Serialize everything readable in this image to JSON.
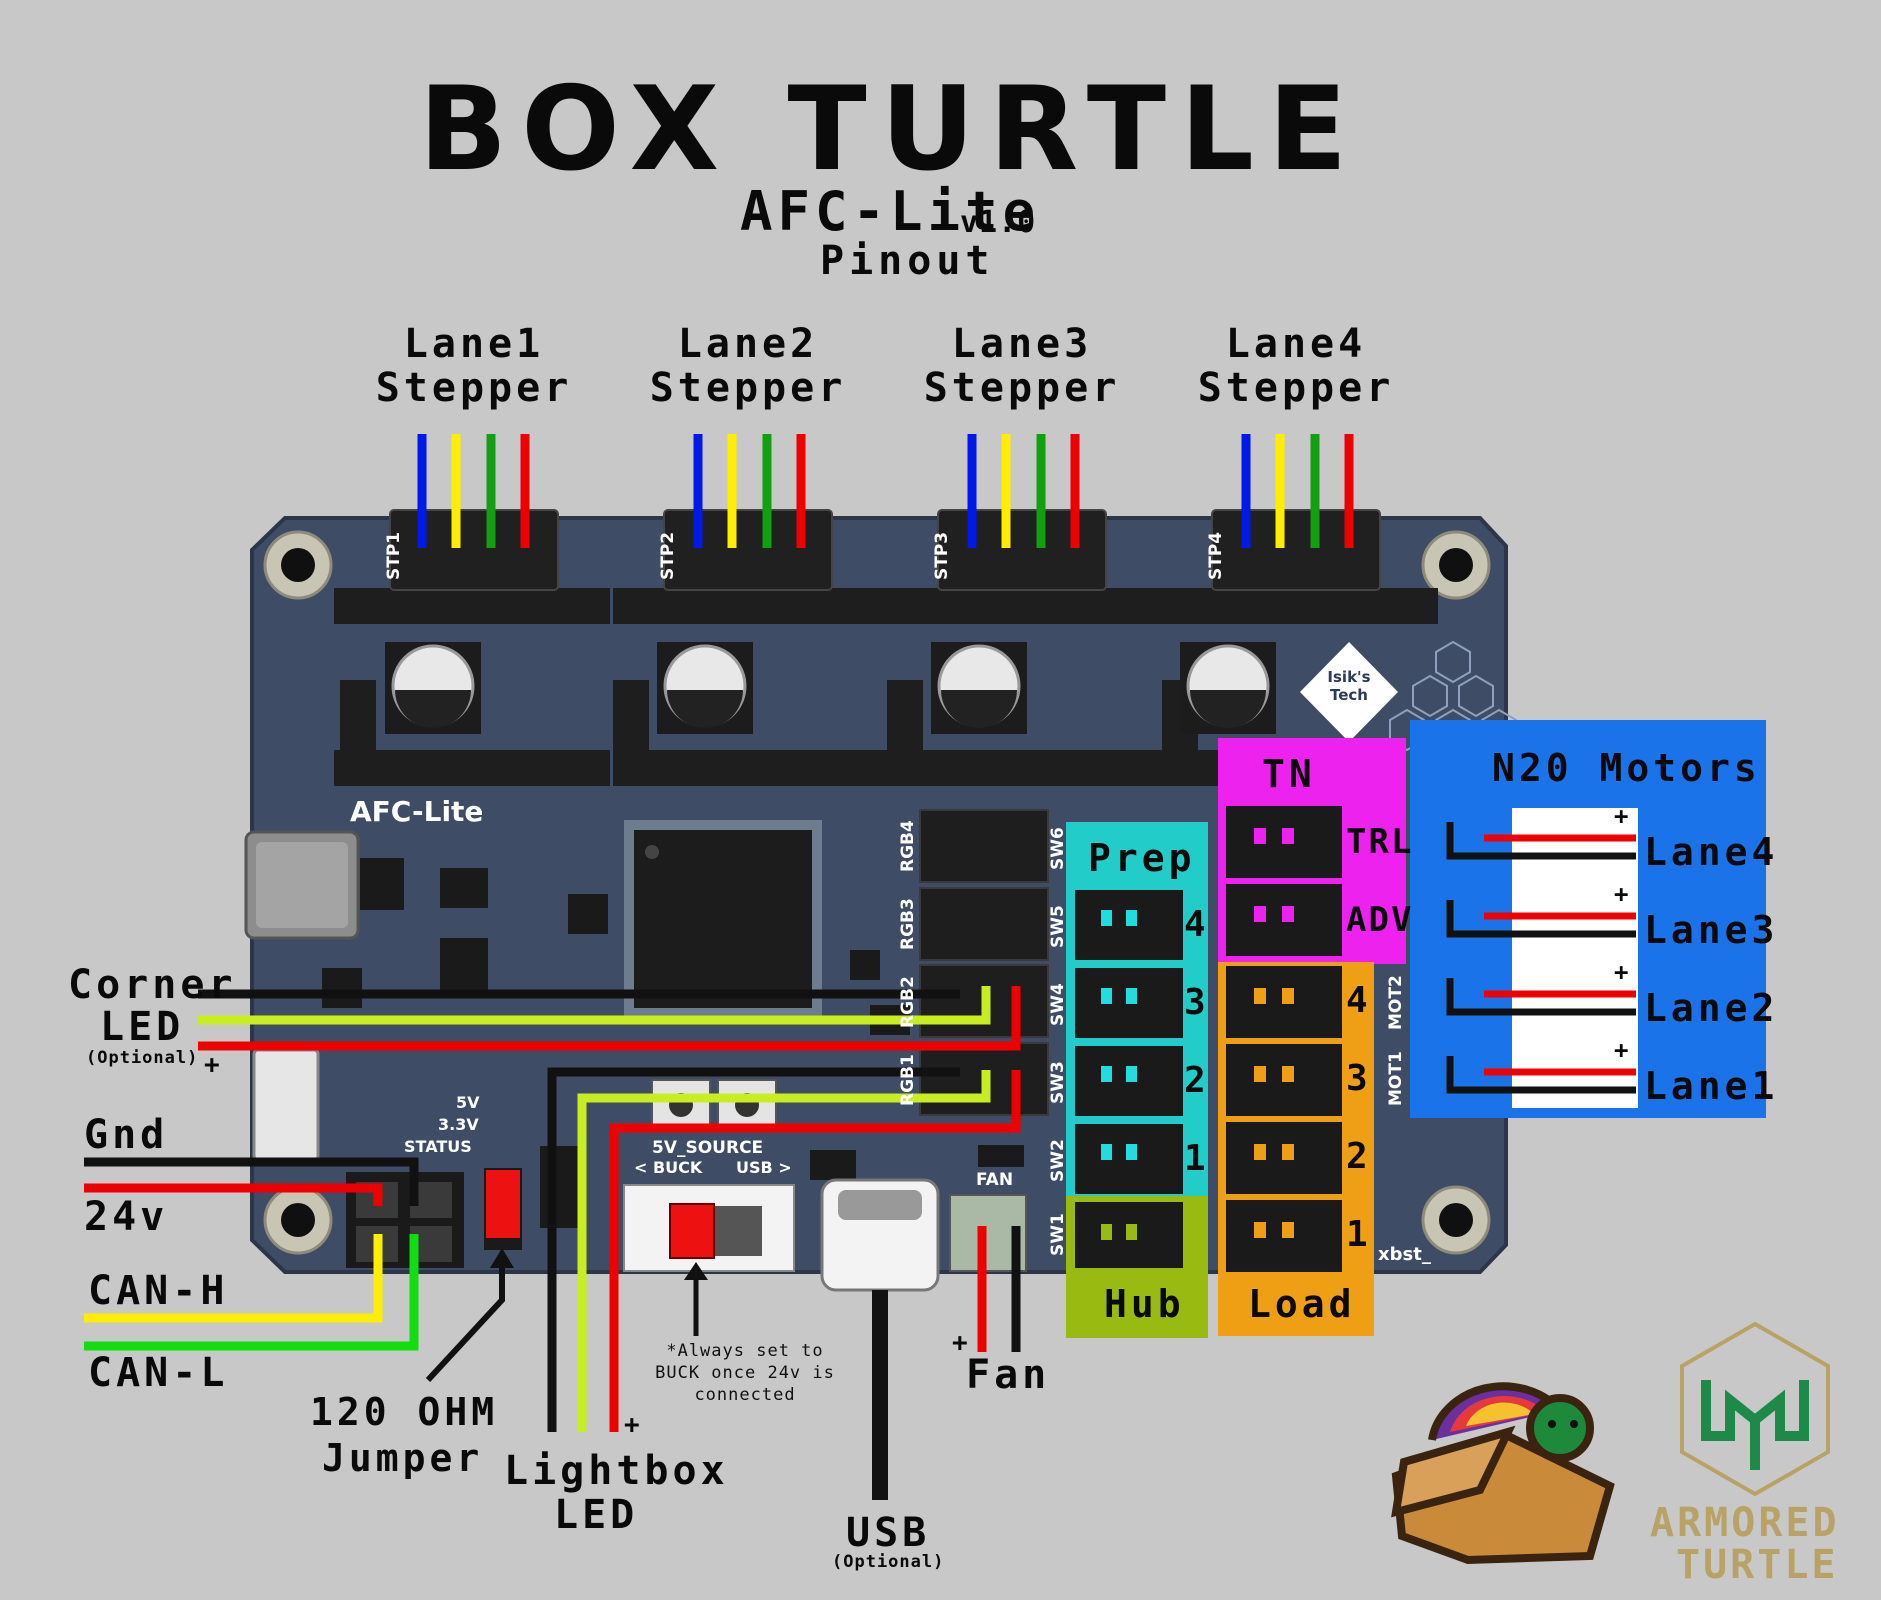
{
  "title": "BOX TURTLE",
  "subtitle": "AFC-Lite",
  "version": "v1.0",
  "subtitle2": "Pinout",
  "steppers": [
    {
      "label1": "Lane1",
      "label2": "Stepper",
      "connector": "STP1"
    },
    {
      "label1": "Lane2",
      "label2": "Stepper",
      "connector": "STP2"
    },
    {
      "label1": "Lane3",
      "label2": "Stepper",
      "connector": "STP3"
    },
    {
      "label1": "Lane4",
      "label2": "Stepper",
      "connector": "STP4"
    }
  ],
  "wire_colors": [
    "#0018e8",
    "#ffee00",
    "#12a012",
    "#ee0000"
  ],
  "board": {
    "name": "AFC-Lite",
    "logo_text": "Isik's Tech",
    "rgb_labels": [
      "RGB4",
      "RGB3",
      "RGB2",
      "RGB1"
    ],
    "sw_labels": [
      "SW6",
      "SW5",
      "SW4",
      "SW3",
      "SW2",
      "SW1"
    ],
    "mot_labels": [
      "MOT2",
      "MOT1"
    ],
    "power_labels": [
      "5V",
      "3.3V",
      "STATUS"
    ],
    "source_label": "5V_SOURCE",
    "buck_label": "< BUCK",
    "usb_label": "USB >",
    "fan_label": "FAN",
    "corner_text": "xbst_"
  },
  "sections": {
    "tn": {
      "title": "TN",
      "items": [
        "TRL",
        "ADV"
      ],
      "color": "#ee22ee"
    },
    "prep": {
      "title": "Prep",
      "items": [
        "4",
        "3",
        "2",
        "1"
      ],
      "color": "#22ccc8"
    },
    "hub": {
      "title": "Hub",
      "color": "#99bb11"
    },
    "load": {
      "title": "Load",
      "items": [
        "4",
        "3",
        "2",
        "1"
      ],
      "color": "#ee9f14"
    },
    "n20": {
      "title": "N20 Motors",
      "lanes": [
        "Lane4",
        "Lane3",
        "Lane2",
        "Lane1"
      ],
      "plus": "+",
      "color": "#1a73e8"
    }
  },
  "left_labels": {
    "corner": "Corner",
    "led": "LED",
    "optional": "(Optional)",
    "plus": "+",
    "gnd": "Gnd",
    "v24": "24v",
    "canh": "CAN-H",
    "canl": "CAN-L",
    "ohm1": "120 OHM",
    "ohm2": "Jumper",
    "lightbox1": "Lightbox",
    "lightbox2": "LED",
    "lightbox_plus": "+"
  },
  "bottom_labels": {
    "note1": "*Always set to",
    "note2": "BUCK once 24v is",
    "note3": "connected",
    "usb": "USB",
    "usb_optional": "(Optional)",
    "fan": "Fan",
    "fan_plus": "+"
  },
  "brand": {
    "line1": "ARMORED",
    "line2": "TURTLE"
  }
}
